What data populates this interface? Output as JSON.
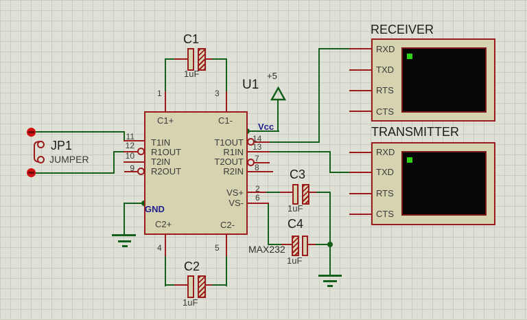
{
  "components": {
    "u1": {
      "ref": "U1",
      "value": "MAX232",
      "vcc_label": "Vcc",
      "gnd_label": "GND",
      "pins_left": [
        {
          "num": "11",
          "name": "T1IN"
        },
        {
          "num": "12",
          "name": "R1OUT"
        },
        {
          "num": "10",
          "name": "T2IN"
        },
        {
          "num": "9",
          "name": "R2OUT"
        }
      ],
      "pins_right": [
        {
          "num": "14",
          "name": "T1OUT"
        },
        {
          "num": "13",
          "name": "R1IN"
        },
        {
          "num": "7",
          "name": "T2OUT"
        },
        {
          "num": "8",
          "name": "R2IN"
        }
      ],
      "pins_supply": [
        {
          "num": "2",
          "name": "VS+"
        },
        {
          "num": "6",
          "name": "VS-"
        }
      ],
      "pins_top": [
        {
          "num": "1",
          "name": "C1+"
        },
        {
          "num": "3",
          "name": "C1-"
        }
      ],
      "pins_bottom": [
        {
          "num": "4",
          "name": "C2+"
        },
        {
          "num": "5",
          "name": "C2-"
        }
      ]
    },
    "c1": {
      "ref": "C1",
      "value": "1uF"
    },
    "c2": {
      "ref": "C2",
      "value": "1uF"
    },
    "c3": {
      "ref": "C3",
      "value": "1uF"
    },
    "c4": {
      "ref": "C4",
      "value": "1uF"
    },
    "jp1": {
      "ref": "JP1",
      "value": "JUMPER"
    },
    "power": {
      "label": "+5"
    }
  },
  "terminals": {
    "receiver": {
      "title": "RECEIVER",
      "pins": [
        "RXD",
        "TXD",
        "RTS",
        "CTS"
      ]
    },
    "transmitter": {
      "title": "TRANSMITTER",
      "pins": [
        "RXD",
        "TXD",
        "RTS",
        "CTS"
      ]
    }
  },
  "colors": {
    "wire_green": "#14601a",
    "component_red": "#9b1b1d",
    "cursor_green": "#2ed313",
    "label_navy": "#1f1f8f"
  }
}
